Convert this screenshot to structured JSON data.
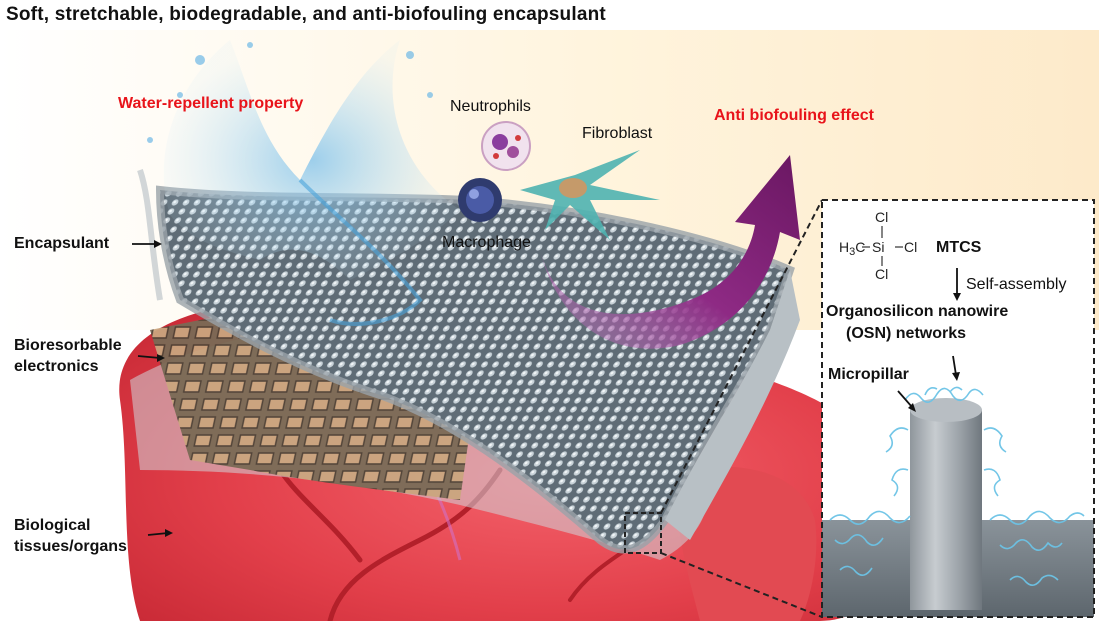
{
  "title": "Soft, stretchable, biodegradable,  and anti-biofouling  encapsulant",
  "properties": {
    "water_repellent": "Water-repellent property",
    "anti_biofouling": "Anti  biofouling effect"
  },
  "cells": {
    "neutrophils": "Neutrophils",
    "fibroblast": "Fibroblast",
    "macrophage": "Macrophage"
  },
  "layers": {
    "encapsulant": "Encapsulant",
    "bioresorbable_line1": "Bioresorbable",
    "bioresorbable_line2": "electronics",
    "tissues_line1": "Biological",
    "tissues_line2": "tissues/organs"
  },
  "inset": {
    "formula": {
      "cl_top": "Cl",
      "ch3_h": "H",
      "ch3_sub": "3",
      "ch3_c": "C",
      "si": "Si",
      "cl_right": "Cl",
      "cl_bottom": "Cl"
    },
    "mtcs": "MTCS",
    "self_assembly": "Self-assembly",
    "osn_line1": "Organosilicon nanowire",
    "osn_line2": "(OSN) networks",
    "micropillar": "Micropillar"
  },
  "colors": {
    "title": "#111111",
    "highlight_red": "#e8131a",
    "arrow_purple": "#7a1d6e",
    "tissue_red": "#e8404a",
    "nanowire_blue": "#6cc3e6",
    "inset_border": "#222222"
  }
}
